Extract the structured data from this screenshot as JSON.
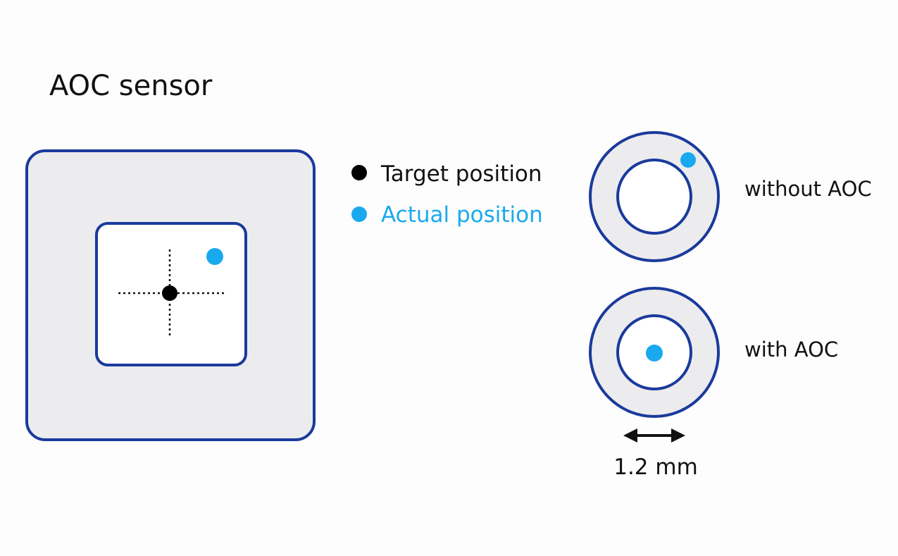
{
  "title": "AOC sensor",
  "legend": {
    "target_label": "Target position",
    "actual_label": "Actual position"
  },
  "cases": {
    "without_label": "without AOC",
    "with_label": "with AOC"
  },
  "dimension_label": "1.2 mm",
  "colors": {
    "outline": "#1a3a9c",
    "fill": "#ececee",
    "target": "#000000",
    "actual": "#1aa9ee",
    "text": "#111111"
  },
  "icons": {
    "target": "black-dot-icon",
    "actual": "blue-dot-icon",
    "dimension": "double-arrow-icon"
  }
}
